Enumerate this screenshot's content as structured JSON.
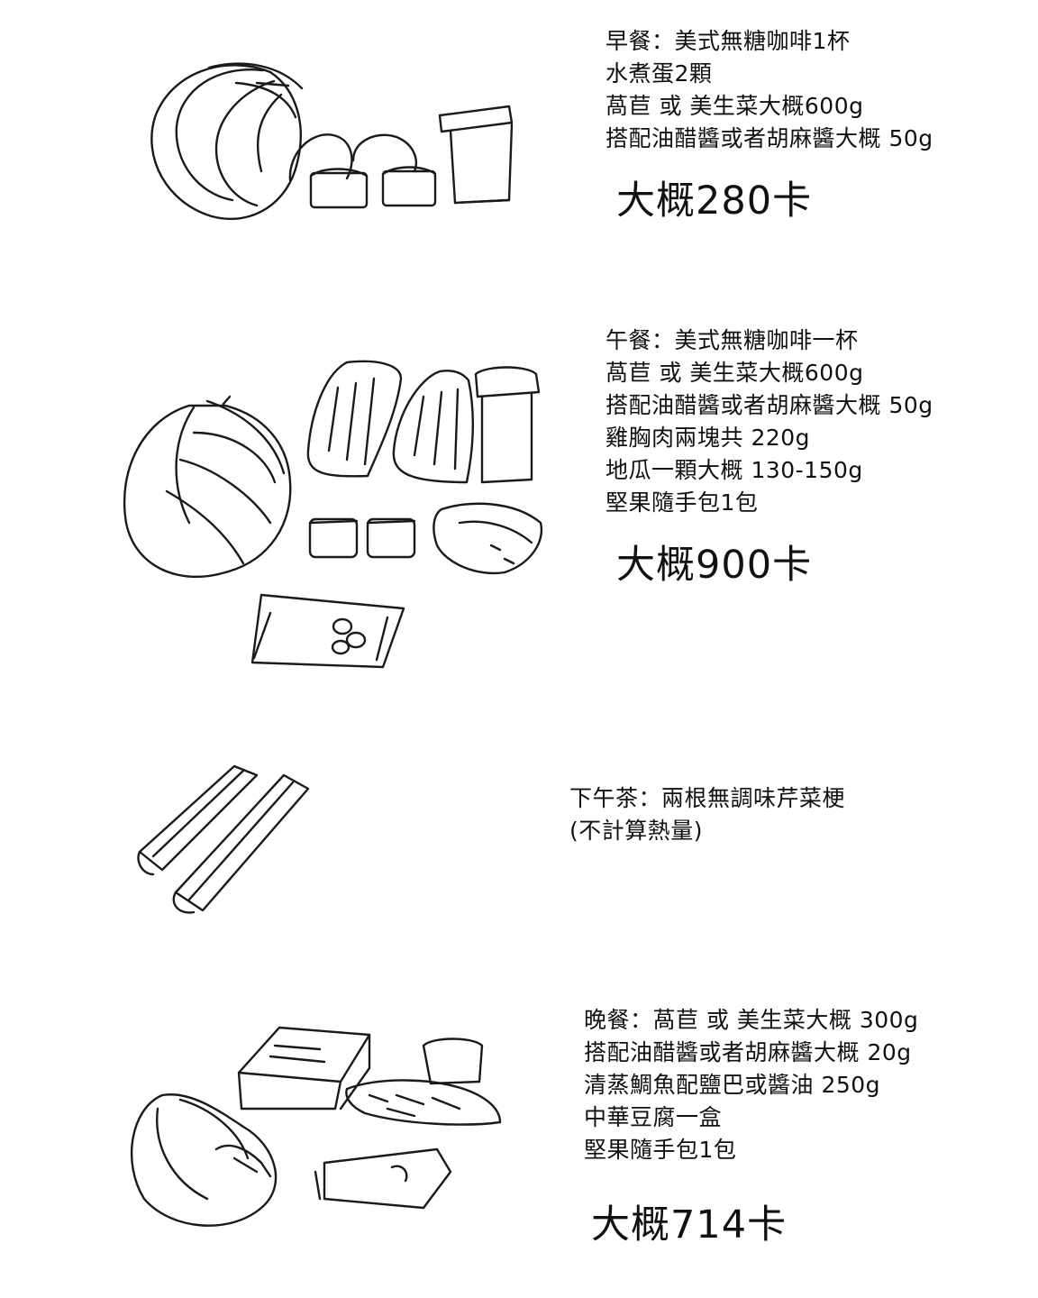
{
  "meals": [
    {
      "id": "breakfast",
      "lines": [
        "早餐：美式無糖咖啡1杯",
        "水煮蛋2顆",
        "萵苣 或 美生菜大概600g",
        "搭配油醋醬或者胡麻醬大概 50g"
      ],
      "total": "大概280卡",
      "items": [
        "lettuce",
        "egg",
        "egg",
        "coffee-cup"
      ]
    },
    {
      "id": "lunch",
      "lines": [
        "午餐：美式無糖咖啡一杯",
        "萵苣 或 美生菜大概600g",
        "搭配油醋醬或者胡麻醬大概 50g",
        "雞胸肉兩塊共 220g",
        "地瓜一顆大概 130-150g",
        "堅果隨手包1包"
      ],
      "total": "大概900卡",
      "items": [
        "lettuce",
        "chicken-breast",
        "chicken-breast",
        "coffee-cup",
        "sauce-cup",
        "sauce-cup",
        "sweet-potato",
        "nut-pack"
      ]
    },
    {
      "id": "afternoon-tea",
      "lines": [
        "下午茶：兩根無調味芹菜梗",
        "(不計算熱量)"
      ],
      "total": "",
      "items": [
        "celery",
        "celery"
      ]
    },
    {
      "id": "dinner",
      "lines": [
        "晚餐：萵苣 或 美生菜大概 300g",
        "搭配油醋醬或者胡麻醬大概 20g",
        "清蒸鯛魚配鹽巴或醬油 250g",
        "中華豆腐一盒",
        "堅果隨手包1包"
      ],
      "total": "大概714卡",
      "items": [
        "lettuce",
        "tofu-box",
        "sauce-cup",
        "fish",
        "nut-pack"
      ]
    }
  ]
}
